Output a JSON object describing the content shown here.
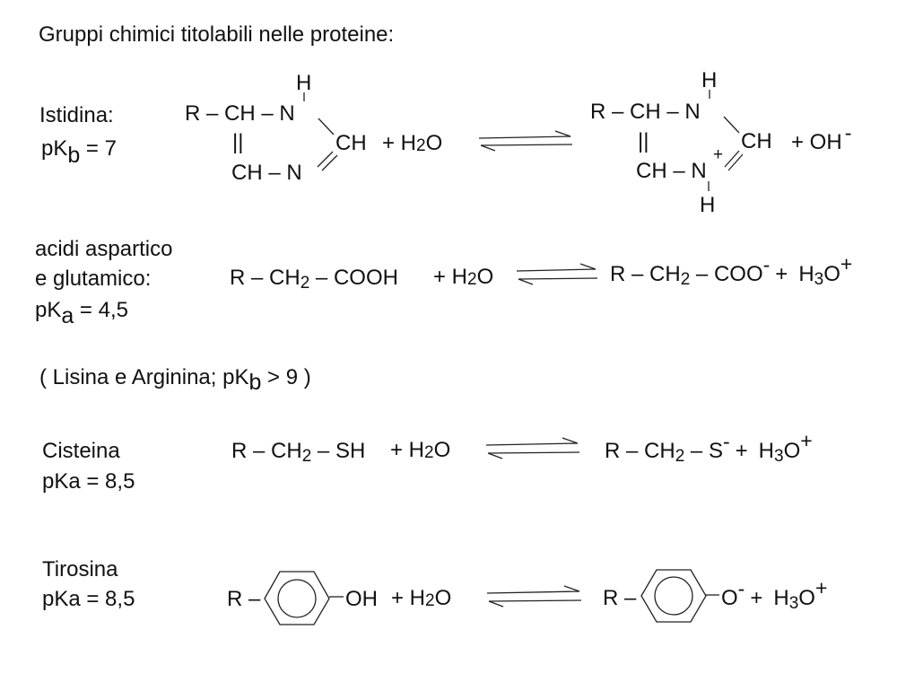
{
  "title": "Gruppi chimici titolabili nelle proteine:",
  "istidina": {
    "name": "Istidina:",
    "pk_main": "pK",
    "pk_sub": "b",
    "pk_rest": " = 7",
    "left": {
      "H_top": "H",
      "row1": "R – CH – N",
      "dbl": "||",
      "ch": "CH",
      "row3": "CH – N",
      "plus_water": "+ H",
      "water_sub": "2",
      "water_o": "O"
    },
    "right": {
      "H_top": "H",
      "row1": "R – CH – N",
      "dbl": "||",
      "ch": "CH",
      "charge": "+",
      "row3": "CH – N",
      "H_bottom": "H",
      "plus_oh": "+ OH",
      "oh_charge": "-"
    }
  },
  "acidi": {
    "line1": "acidi aspartico",
    "line2": "e glutamico:",
    "pk_main": "pK",
    "pk_sub": "a",
    "pk_rest": " = 4,5",
    "left": {
      "a": "R – CH",
      "sub": "2",
      "b": " – COOH",
      "plus_water": "+ H",
      "water_sub": "2",
      "water_o": "O"
    },
    "right": {
      "a": "R – CH",
      "sub": "2",
      "b": " – COO",
      "charge": "-",
      "plus": "+",
      "h": "H",
      "h_sub": "3",
      "o": "O",
      "o_charge": "+"
    }
  },
  "lisina": {
    "a": "( Lisina e Arginina; pK",
    "sub": "b",
    "b": " > 9 )"
  },
  "cisteina": {
    "name": "Cisteina",
    "pk": "pKa = 8,5",
    "left": {
      "a": "R – CH",
      "sub": "2",
      "b": " – SH",
      "plus_water": "+ H",
      "water_sub": "2",
      "water_o": "O"
    },
    "right": {
      "a": "R – CH",
      "sub": "2",
      "b": " – S",
      "charge": "-",
      "plus": "+",
      "h": "H",
      "h_sub": "3",
      "o": "O",
      "o_charge": "+"
    }
  },
  "tirosina": {
    "name": "Tirosina",
    "pk": "pKa = 8,5",
    "left": {
      "r": "R –",
      "oh": "OH",
      "plus_water": "+ H",
      "water_sub": "2",
      "water_o": "O"
    },
    "right": {
      "r": "R –",
      "o": "O",
      "charge": "-",
      "plus": "+",
      "h": "H",
      "h_sub": "3",
      "o2": "O",
      "o2_charge": "+"
    }
  }
}
